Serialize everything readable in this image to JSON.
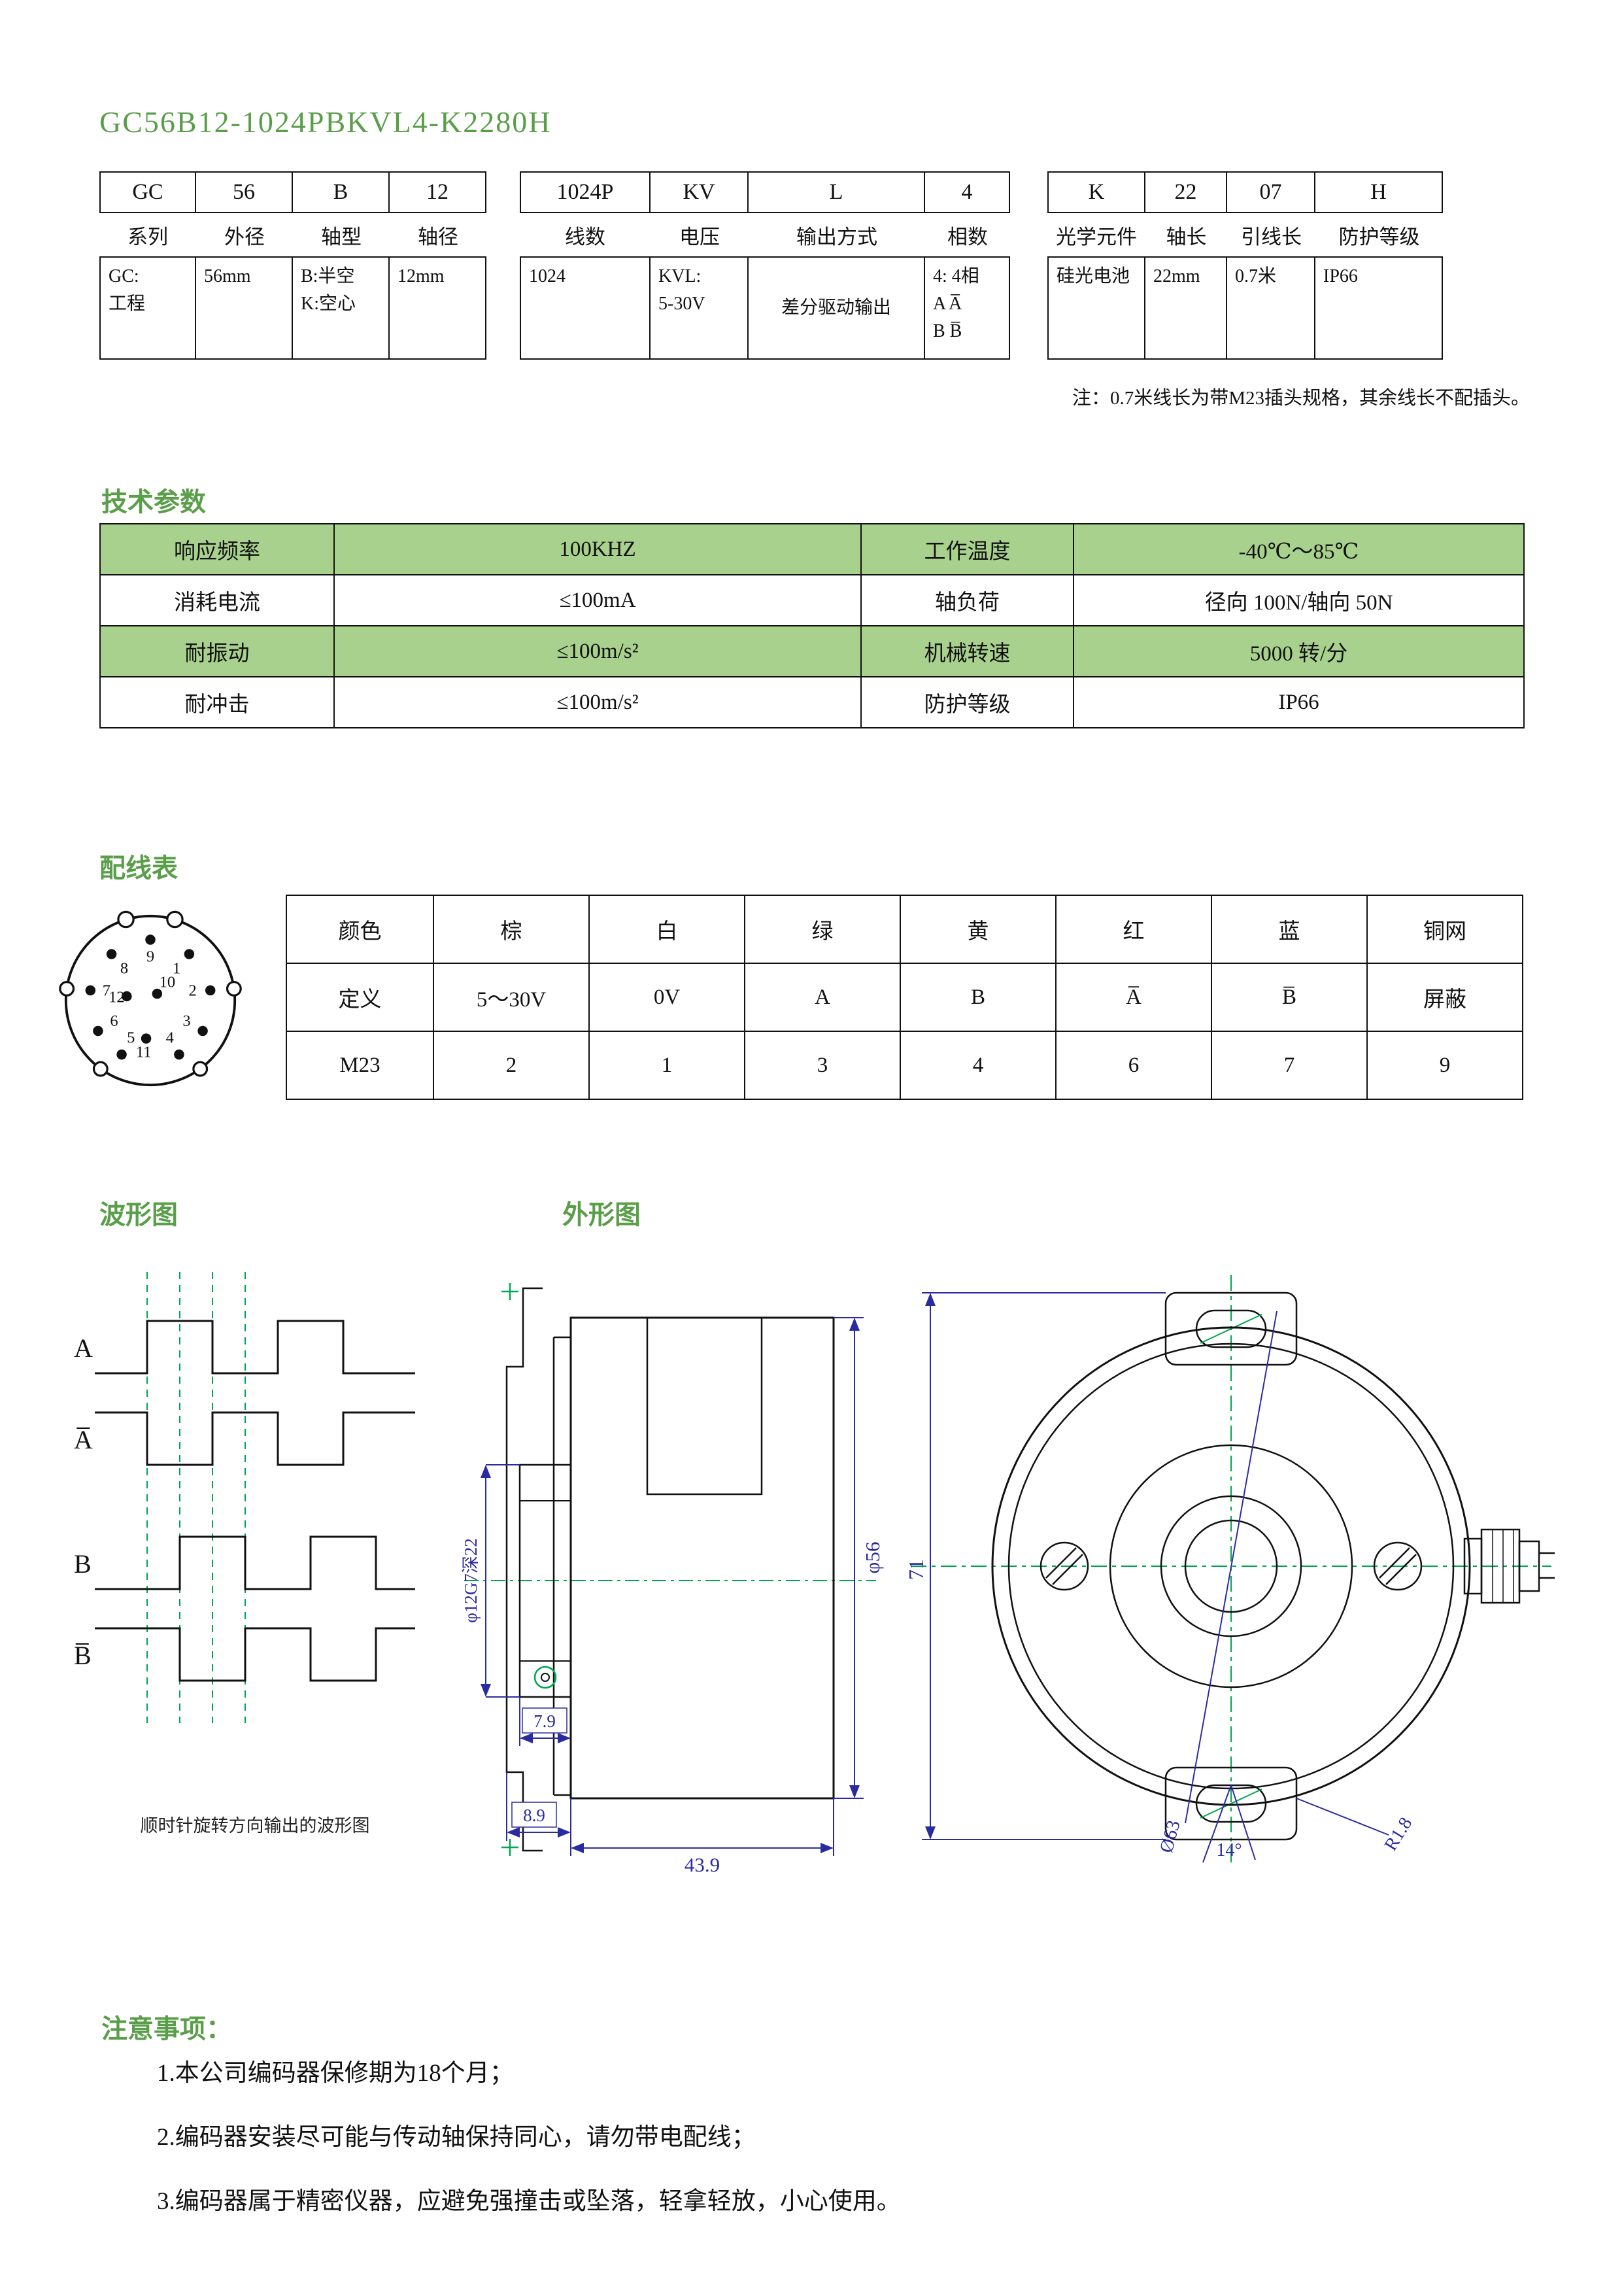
{
  "title": "GC56B12-1024PBKVL4-K2280H",
  "model_note": "注：0.7米线长为带M23插头规格，其余线长不配插头。",
  "model": {
    "groups": [
      {
        "codes": [
          "GC",
          "56",
          "B",
          "12"
        ],
        "labels": [
          "系列",
          "外径",
          "轴型",
          "轴径"
        ],
        "descs": [
          "GC:\n工程",
          "56mm",
          "B:半空\nK:空心",
          "12mm"
        ]
      },
      {
        "codes": [
          "1024P",
          "KV",
          "L",
          "4"
        ],
        "labels": [
          "线数",
          "电压",
          "输出方式",
          "相数"
        ],
        "descs": [
          "1024",
          "KVL:\n5-30V",
          "差分驱动输出",
          "4: 4相\nA  A̅\nB  B̅"
        ]
      },
      {
        "codes": [
          "K",
          "22",
          "07",
          "H"
        ],
        "labels": [
          "光学元件",
          "轴长",
          "引线长",
          "防护等级"
        ],
        "descs": [
          "硅光电池",
          "22mm",
          "0.7米",
          "IP66"
        ]
      }
    ]
  },
  "tech": {
    "heading": "技术参数",
    "rows": [
      [
        "响应频率",
        "100KHZ",
        "工作温度",
        "-40℃～85℃"
      ],
      [
        "消耗电流",
        "≤100mA",
        "轴负荷",
        "径向 100N/轴向 50N"
      ],
      [
        "耐振动",
        "≤100m/s²",
        "机械转速",
        "5000 转/分"
      ],
      [
        "耐冲击",
        "≤100m/s²",
        "防护等级",
        "IP66"
      ]
    ]
  },
  "wiring": {
    "heading": "配线表",
    "rows": [
      [
        "颜色",
        "棕",
        "白",
        "绿",
        "黄",
        "红",
        "蓝",
        "铜网"
      ],
      [
        "定义",
        "5～30V",
        "0V",
        "A",
        "B",
        "A̅",
        "B̅",
        "屏蔽"
      ],
      [
        "M23",
        "2",
        "1",
        "3",
        "4",
        "6",
        "7",
        "9"
      ]
    ],
    "connector_pins": [
      "1",
      "2",
      "3",
      "4",
      "5",
      "6",
      "7",
      "8",
      "9",
      "10",
      "11",
      "12"
    ]
  },
  "waveform": {
    "heading": "波形图",
    "labels": [
      "A",
      "A̅",
      "B",
      "B̅"
    ],
    "caption": "顺时针旋转方向输出的波形图"
  },
  "outline": {
    "heading": "外形图",
    "dims": {
      "d79": "7.9",
      "d89": "8.9",
      "d439": "43.9",
      "phi56": "φ56",
      "shaft": "φ12G7深22",
      "h71": "71",
      "phi63": "Ø63",
      "angle": "14°",
      "r18": "R1.8"
    }
  },
  "notes": {
    "heading": "注意事项：",
    "items": [
      "1.本公司编码器保修期为18个月；",
      "2.编码器安装尽可能与传动轴保持同心，请勿带电配线；",
      "3.编码器属于精密仪器，应避免强撞击或坠落，轻拿轻放，小心使用。"
    ]
  },
  "colors": {
    "accent_green": "#5a9e4a",
    "table_green": "#a9d18e",
    "centerline_green": "#00a651",
    "dimension_blue": "#2b2ba0"
  }
}
